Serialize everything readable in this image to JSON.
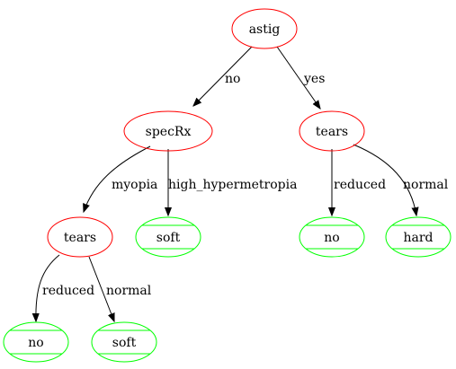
{
  "tree": {
    "nodes": {
      "astig": {
        "label": "astig",
        "kind": "internal"
      },
      "specRx": {
        "label": "specRx",
        "kind": "internal"
      },
      "tears_right": {
        "label": "tears",
        "kind": "internal"
      },
      "tears_left": {
        "label": "tears",
        "kind": "internal"
      },
      "soft_mid": {
        "label": "soft",
        "kind": "leaf"
      },
      "no_right": {
        "label": "no",
        "kind": "leaf"
      },
      "hard": {
        "label": "hard",
        "kind": "leaf"
      },
      "no_left": {
        "label": "no",
        "kind": "leaf"
      },
      "soft_left": {
        "label": "soft",
        "kind": "leaf"
      }
    },
    "edges": {
      "astig_specRx": "no",
      "astig_tears_right": "yes",
      "specRx_tears_left": "myopia",
      "specRx_soft_mid": "high_hypermetropia",
      "tears_right_no_right": "reduced",
      "tears_right_hard": "normal",
      "tears_left_no_left": "reduced",
      "tears_left_soft_left": "normal"
    }
  },
  "colors": {
    "internal_node": "#ff0000",
    "leaf_node": "#00ff00",
    "edge": "#000000",
    "background": "#ffffff"
  }
}
